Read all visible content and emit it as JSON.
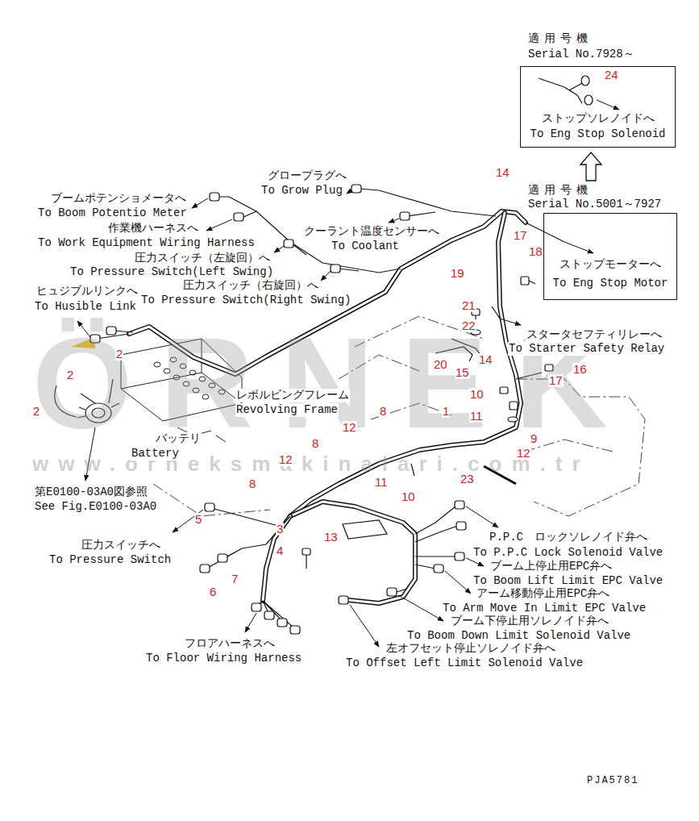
{
  "diagram": {
    "nodes": [
      {
        "text": [
          "適用号機",
          "Serial No.7928～",
          "24",
          "ストップソレノイドへ",
          "To Eng Stop Solenoid"
        ]
      },
      {
        "text": [
          "適用号機",
          "Serial No.5001～7927",
          "ストップモーターへ",
          "To Eng Stop Motor"
        ]
      }
    ],
    "edges": [
      {
        "from": 1,
        "to": 0,
        "arrow": "to"
      }
    ],
    "labels": [
      "ÖRNEK",
      "www.orneksmakinalari.com.tr",
      "グロープラグへ",
      "To Grow Plug",
      "ブームポテンショメータへ",
      "To Boom Potentio Meter",
      "作業機ハーネスへ",
      "To Work Equipment Wiring Harness",
      "クーラント温度センサーへ",
      "To Coolant",
      "圧力スイッチ（左旋回）へ",
      "To Pressure Switch(Left Swing)",
      "圧力スイッチ（右旋回）へ",
      "To Pressure Switch(Right Swing)",
      "ヒュジブルリンクへ",
      "To Husible Link",
      "レボルビングフレーム",
      "Revolving Frame",
      "バッテリ",
      "Battery",
      "第E0100-03A0図参照",
      "See Fig.E0100-03A0",
      "圧力スイッチへ",
      "To Pressure Switch",
      "フロアハーネスへ",
      "To Floor Wiring Harness",
      "スタータセフティリレーへ",
      "To Starter Safety Relay",
      "P.P.C　ロックソレノイド弁へ",
      "To P.P.C Lock Solenoid Valve",
      "ブーム上停止用EPC弁へ",
      "To Boom Lift Limit EPC Valve",
      "アーム移動停止用EPC弁へ",
      "To Arm Move In Limit EPC Valve",
      "ブーム下停止用ソレノイド弁へ",
      "To Boom Down Limit Solenoid Valve",
      "左オフセット停止ソレノイド弁へ",
      "To Offset Left Limit Solenoid Valve",
      "PJA5781",
      "14",
      "17",
      "18",
      "19",
      "21",
      "22",
      "14",
      "20",
      "15",
      "16",
      "17",
      "10",
      "11",
      "9",
      "1",
      "8",
      "12",
      "8",
      "12",
      "12",
      "11",
      "10",
      "23",
      "8",
      "13",
      "5",
      "3",
      "4",
      "7",
      "6",
      "2",
      "2",
      "2"
    ]
  }
}
